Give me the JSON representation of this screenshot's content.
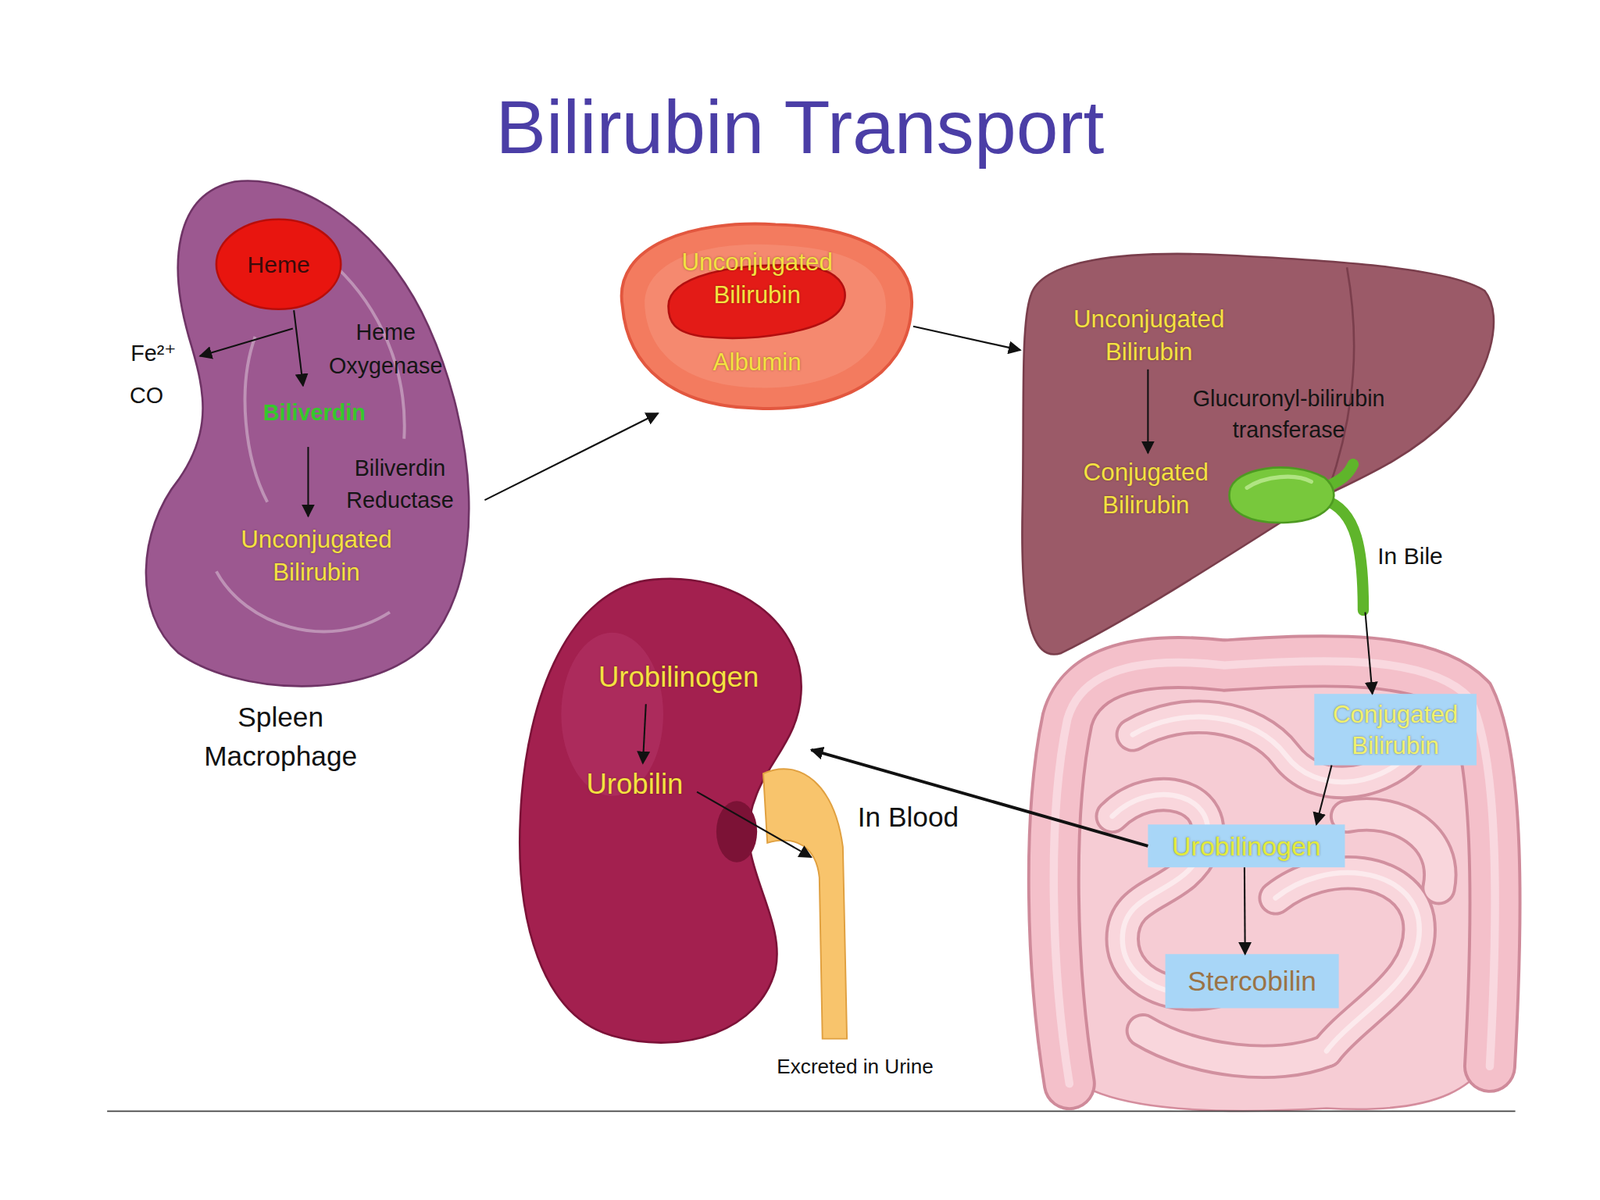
{
  "diagram": {
    "title": "Bilirubin Transport",
    "nodes": [
      {
        "text": [
          "Heme Oxygenase",
          "Biliverdin",
          "Biliverdin Reductase",
          "Unconjugated Bilirubin",
          "Spleen Macrophage"
        ]
      },
      {
        "text": [
          "Heme"
        ],
        "in": 0
      },
      {
        "text": [
          "Unconjugated Bilirubin",
          "Albumin"
        ]
      },
      {
        "text": [
          "Unconjugated Bilirubin",
          "Glucuronyl-bilirubin transferase",
          "Conjugated Bilirubin"
        ]
      },
      {
        "text": [
          "Urobilinogen",
          "Urobilin"
        ]
      },
      {
        "text": [
          "Conjugated Bilirubin"
        ]
      },
      {
        "text": [
          "Urobilinogen"
        ]
      },
      {
        "text": [
          "Stercobilin"
        ]
      }
    ],
    "edges": [
      {
        "from": 0,
        "to": 2,
        "arrow": "to"
      },
      {
        "from": 2,
        "to": 3,
        "arrow": "to"
      },
      {
        "from": 3,
        "to": 5,
        "label": "In Bile",
        "arrow": "to"
      },
      {
        "from": 5,
        "to": 6,
        "arrow": "to"
      },
      {
        "from": 6,
        "to": 7,
        "arrow": "to"
      },
      {
        "from": 6,
        "to": 4,
        "label": "In Blood",
        "arrow": "to"
      }
    ],
    "labels": [
      "Fe²⁺",
      "CO",
      "Excreted in Urine"
    ]
  }
}
